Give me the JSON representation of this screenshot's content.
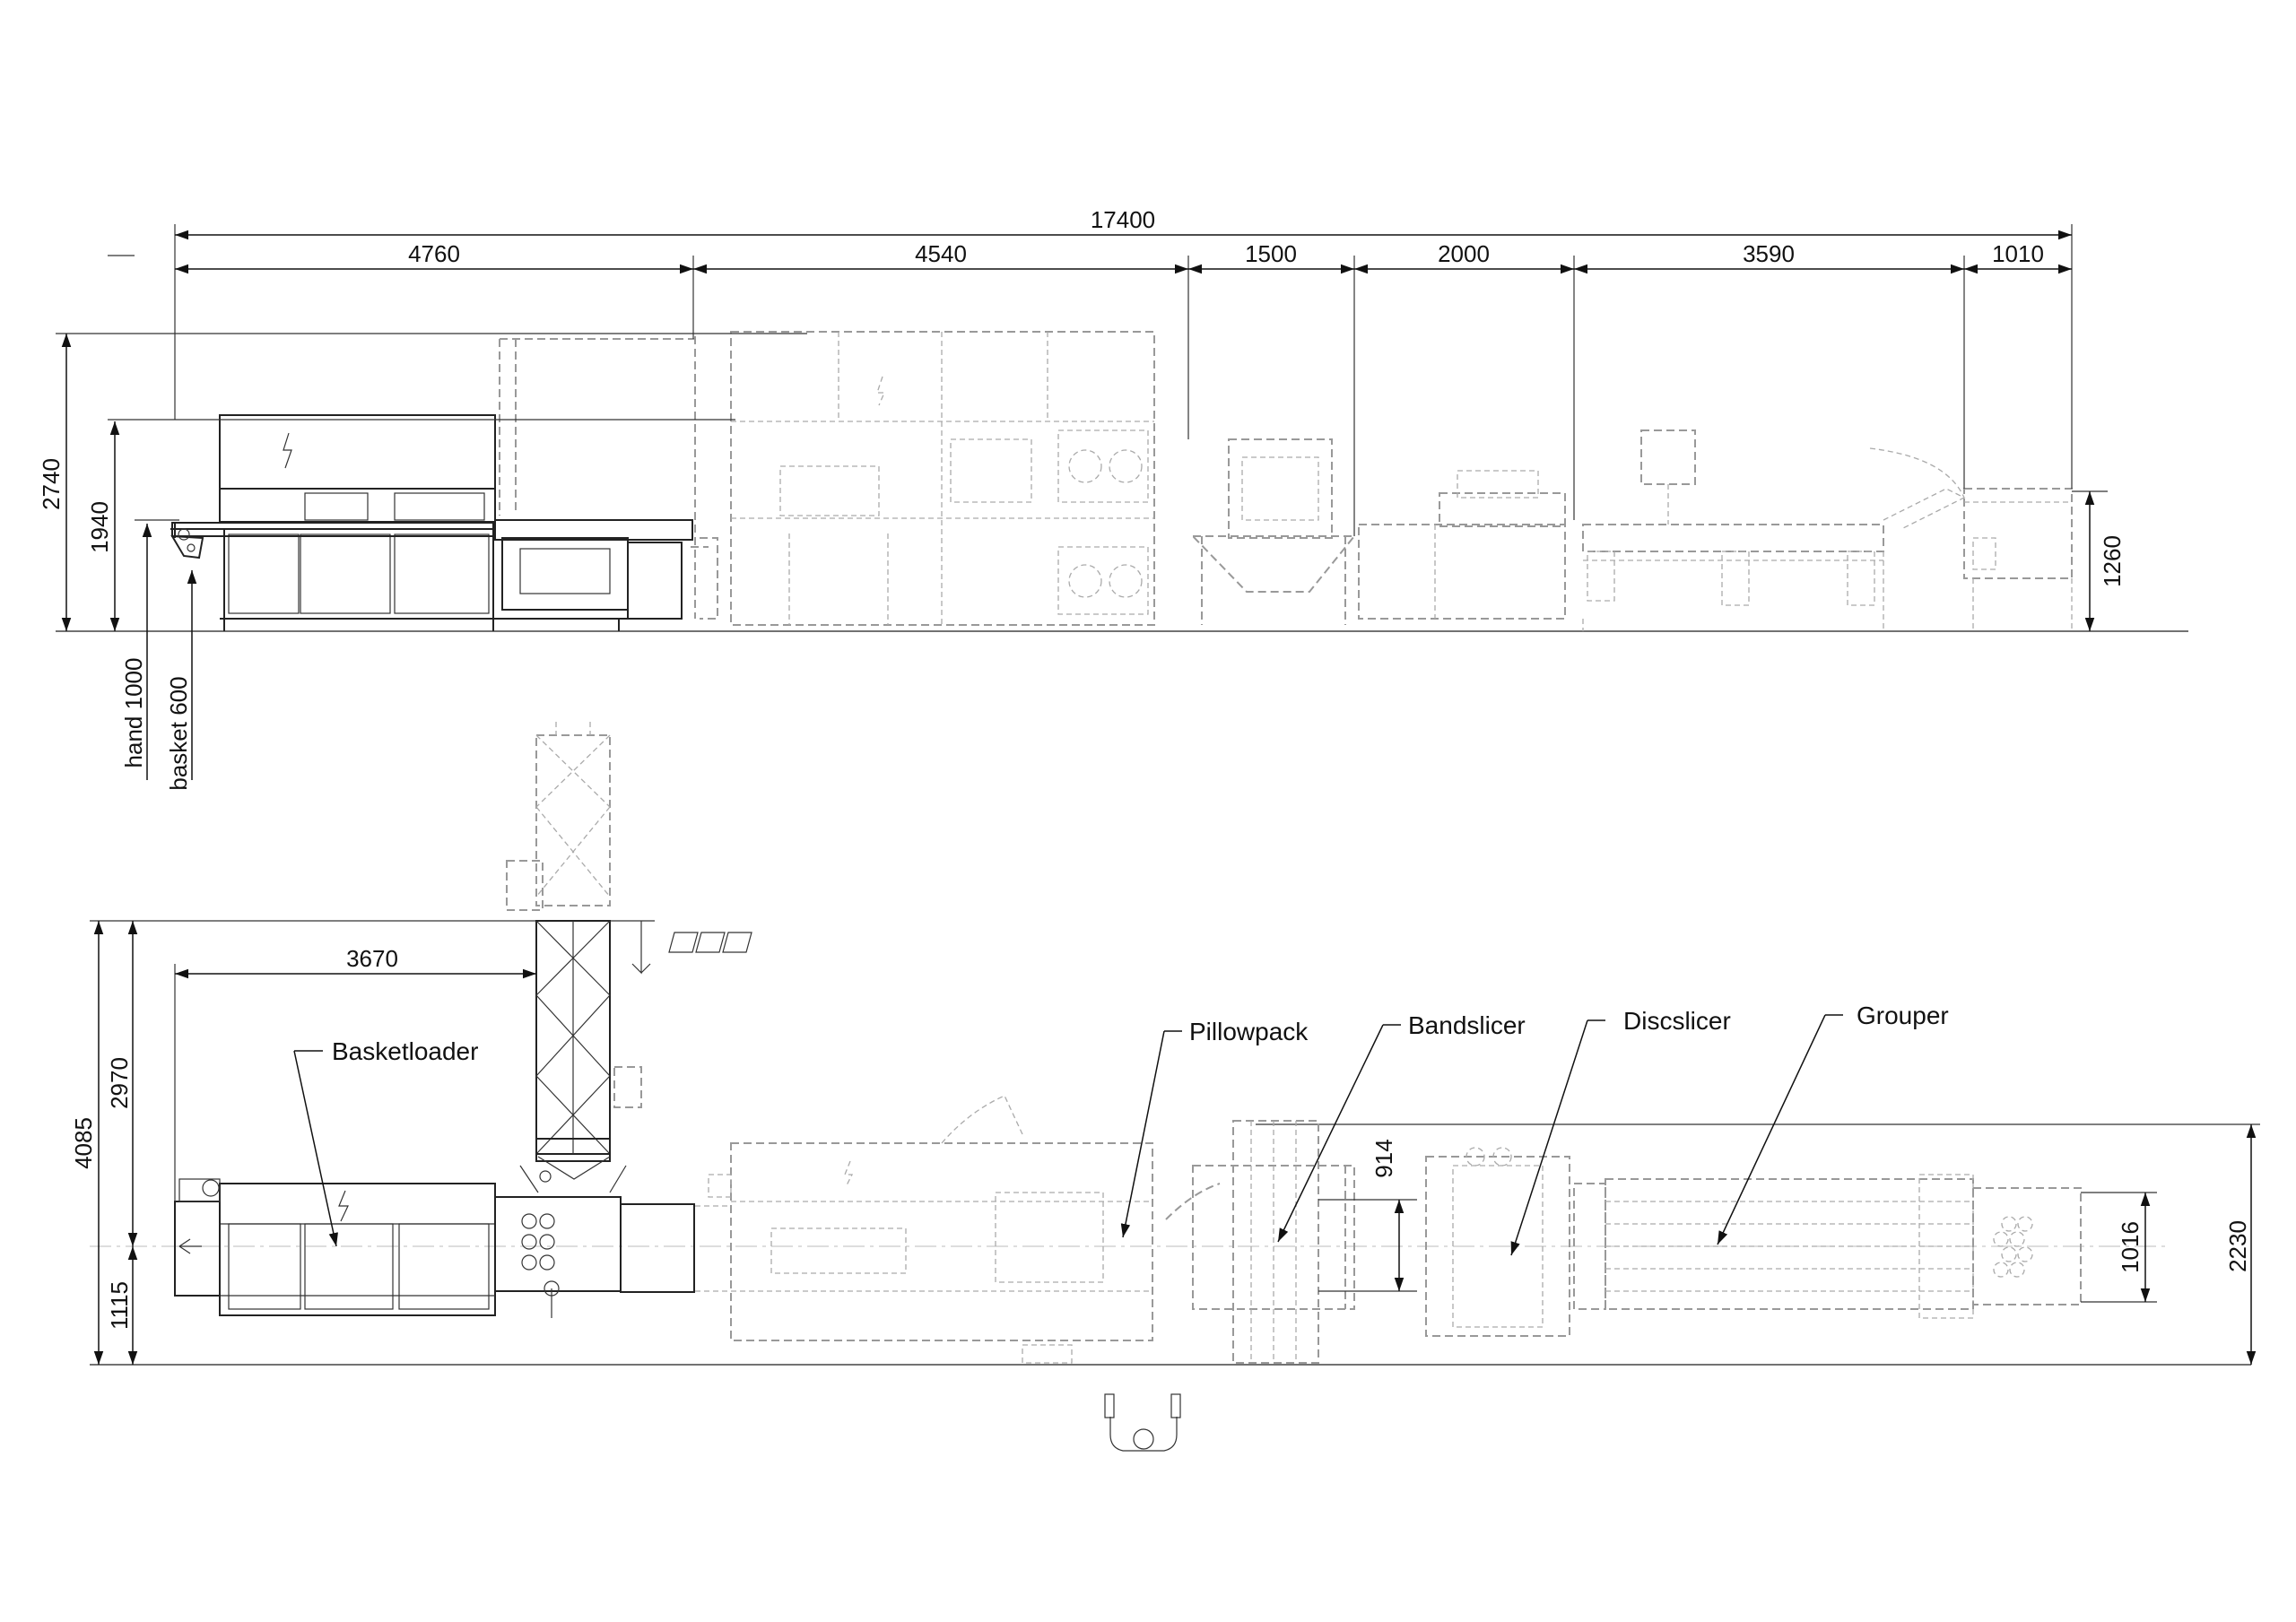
{
  "drawing": {
    "dimensions": {
      "overall_length": "17400",
      "seg_basketloader": "4760",
      "seg_pillowpack": "4540",
      "seg_bandslicer": "1500",
      "seg_discslicer": "2000",
      "seg_grouper": "3590",
      "seg_end": "1010",
      "height_max": "2740",
      "height_hood": "1940",
      "hand_height": "hand 1000",
      "basket_height": "basket 600",
      "outfeed_height": "1260",
      "plan_width_total": "4085",
      "plan_conveyor_reach": "2970",
      "plan_centerline_offset": "1115",
      "plan_loader_length": "3670",
      "bandslicer_width": "914",
      "grouper_width": "1016",
      "line_width": "2230"
    },
    "labels": {
      "basketloader": "Basketloader",
      "pillowpack": "Pillowpack",
      "bandslicer": "Bandslicer",
      "discslicer": "Discslicer",
      "grouper": "Grouper"
    },
    "icons": {
      "electric": "lightning-bolt-icon",
      "flow": "flow-arrow-icon",
      "operator": "operator-icon",
      "direction_badges": "direction-badge-icons"
    }
  }
}
